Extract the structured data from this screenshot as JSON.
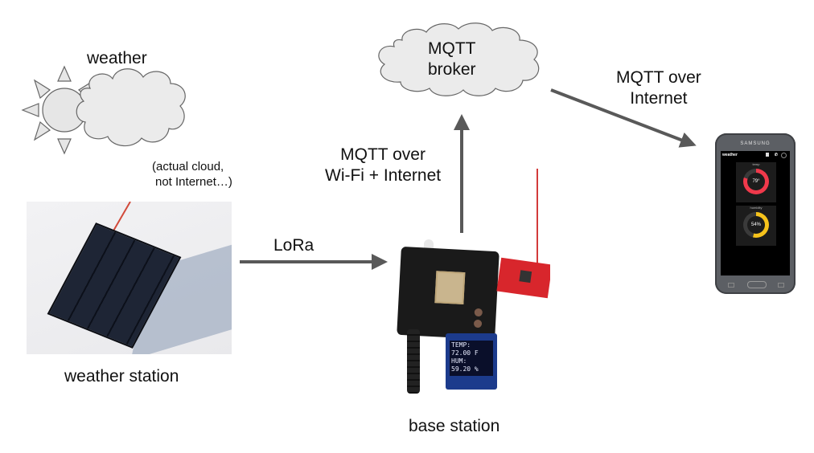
{
  "labels": {
    "weather": "weather",
    "cloud_note_line1": "(actual cloud,",
    "cloud_note_line2": "not Internet…)",
    "weather_station": "weather station",
    "lora": "LoRa",
    "base_station": "base station",
    "mqtt_wifi_line1": "MQTT over",
    "mqtt_wifi_line2": "Wi-Fi + Internet",
    "broker_line1": "MQTT",
    "broker_line2": "broker",
    "mqtt_internet_line1": "MQTT over",
    "mqtt_internet_line2": "Internet"
  },
  "oled": {
    "line1": "TEMP:",
    "line2": "72.00 F",
    "line3": "HUM:",
    "line4": "59.20 %"
  },
  "phone": {
    "brand": "SAMSUNG",
    "app_title": "weather",
    "temp_card_title": "temp",
    "temp_value": "79°",
    "temp_fraction": 0.8,
    "humidity_card_title": "humidity",
    "humidity_value": "54%",
    "humidity_fraction": 0.54
  },
  "colors": {
    "arrow": "#595959",
    "cloud_fill": "#ebebeb",
    "cloud_stroke": "#666666",
    "temp_ring": "#f0394b",
    "humidity_ring": "#f5c21b",
    "pcb": "#1a1a1a",
    "lora_module": "#d8262c",
    "oled_screen": "#0a0f2a",
    "solar_panel": "#1e2535"
  }
}
